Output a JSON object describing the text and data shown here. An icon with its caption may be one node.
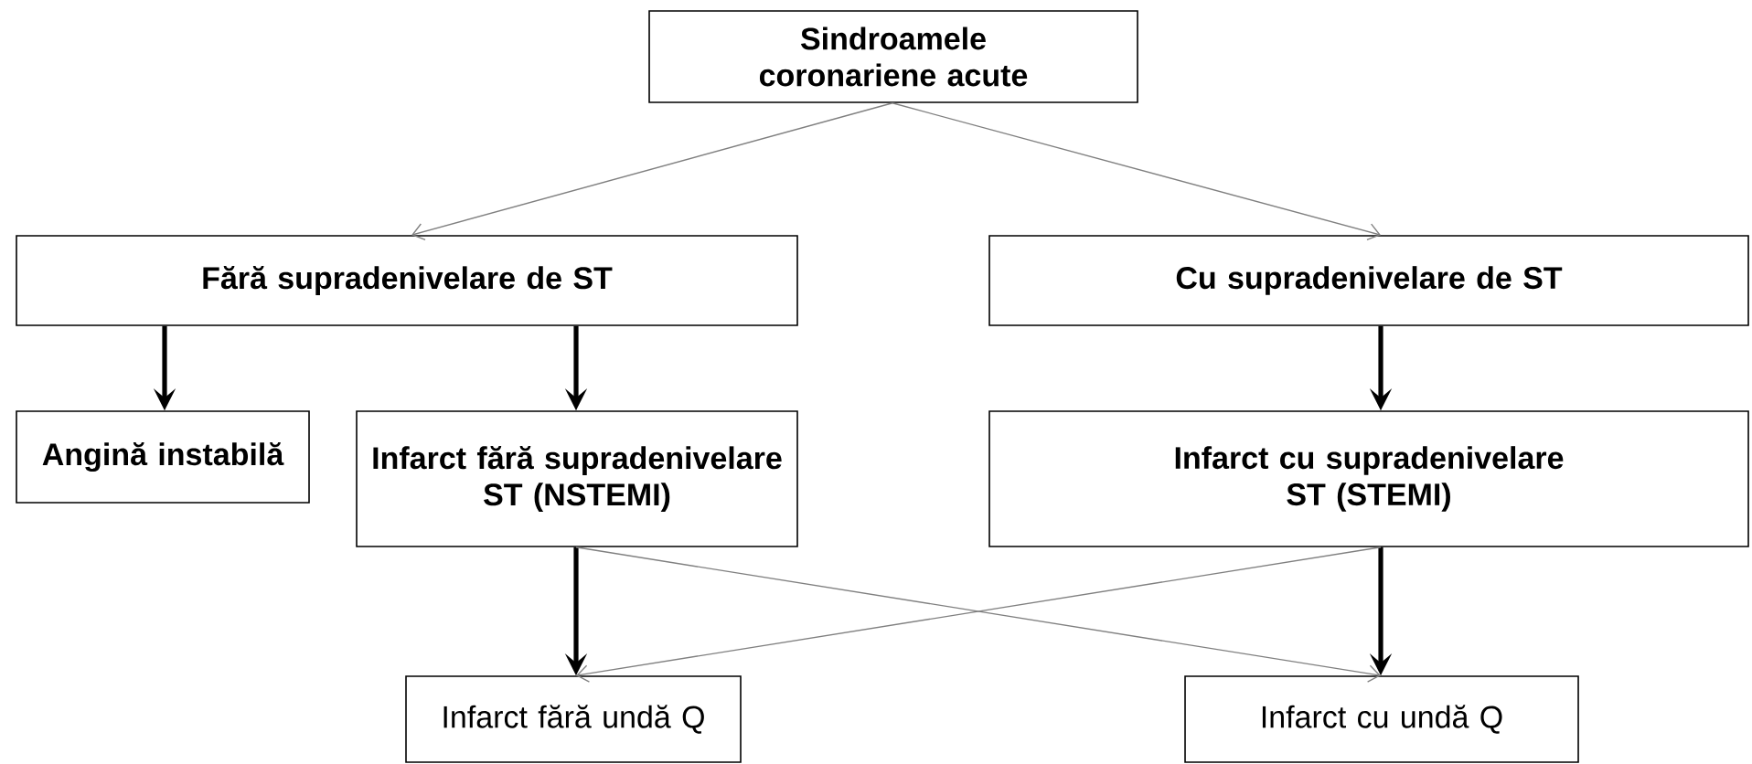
{
  "diagram": {
    "nodes": [
      {
        "text": [
          "Sindroamele coronariene acute"
        ]
      },
      {
        "text": [
          "Fără supradenivelare de ST"
        ]
      },
      {
        "text": [
          "Cu supradenivelare de ST"
        ]
      },
      {
        "text": [
          "Angină instabilă"
        ]
      },
      {
        "text": [
          "Infarct fără supradenivelare ST (NSTEMI)"
        ]
      },
      {
        "text": [
          "Infarct cu supradenivelare ST (STEMI)"
        ]
      },
      {
        "text": [
          "Infarct fără undă Q"
        ]
      },
      {
        "text": [
          "Infarct cu undă Q"
        ]
      }
    ],
    "edges": [
      {
        "from": 0,
        "to": 1,
        "arrow": "to",
        "color": "#808080"
      },
      {
        "from": 0,
        "to": 2,
        "arrow": "to",
        "color": "#808080"
      },
      {
        "from": 1,
        "to": 3,
        "arrow": "to"
      },
      {
        "from": 1,
        "to": 4,
        "arrow": "to"
      },
      {
        "from": 2,
        "to": 5,
        "arrow": "to"
      },
      {
        "from": 4,
        "to": 6,
        "arrow": "to"
      },
      {
        "from": 5,
        "to": 7,
        "arrow": "to"
      },
      {
        "from": 4,
        "to": 7,
        "arrow": "to",
        "color": "#808080"
      },
      {
        "from": 5,
        "to": 6,
        "arrow": "to",
        "color": "#808080"
      }
    ]
  }
}
